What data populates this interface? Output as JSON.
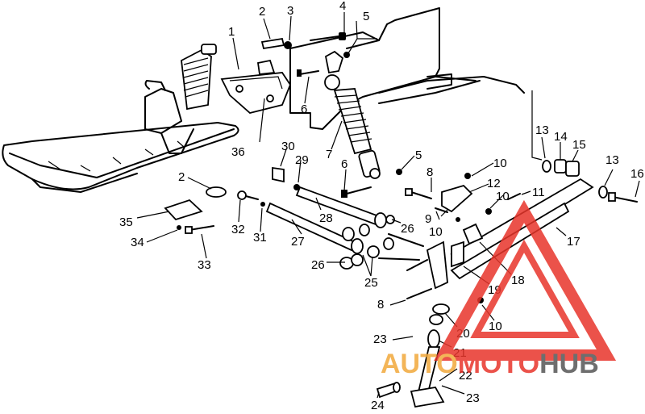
{
  "diagram": {
    "callouts": [
      {
        "id": "c1",
        "text": "1"
      },
      {
        "id": "c2a",
        "text": "2"
      },
      {
        "id": "c3",
        "text": "3"
      },
      {
        "id": "c4",
        "text": "4"
      },
      {
        "id": "c5a",
        "text": "5"
      },
      {
        "id": "c6a",
        "text": "6"
      },
      {
        "id": "c7",
        "text": "7"
      },
      {
        "id": "c36",
        "text": "36"
      },
      {
        "id": "c30",
        "text": "30"
      },
      {
        "id": "c29",
        "text": "29"
      },
      {
        "id": "c6b",
        "text": "6"
      },
      {
        "id": "c5b",
        "text": "5"
      },
      {
        "id": "c8a",
        "text": "8"
      },
      {
        "id": "c10a",
        "text": "10"
      },
      {
        "id": "c12",
        "text": "12"
      },
      {
        "id": "c10b",
        "text": "10"
      },
      {
        "id": "c11",
        "text": "11"
      },
      {
        "id": "c9",
        "text": "9"
      },
      {
        "id": "c10c",
        "text": "10"
      },
      {
        "id": "c13a",
        "text": "13"
      },
      {
        "id": "c14",
        "text": "14"
      },
      {
        "id": "c15",
        "text": "15"
      },
      {
        "id": "c13b",
        "text": "13"
      },
      {
        "id": "c16",
        "text": "16"
      },
      {
        "id": "c2b",
        "text": "2"
      },
      {
        "id": "c35",
        "text": "35"
      },
      {
        "id": "c34",
        "text": "34"
      },
      {
        "id": "c33",
        "text": "33"
      },
      {
        "id": "c32",
        "text": "32"
      },
      {
        "id": "c31",
        "text": "31"
      },
      {
        "id": "c28",
        "text": "28"
      },
      {
        "id": "c27",
        "text": "27"
      },
      {
        "id": "c26a",
        "text": "26"
      },
      {
        "id": "c26b",
        "text": "26"
      },
      {
        "id": "c25",
        "text": "25"
      },
      {
        "id": "c17",
        "text": "17"
      },
      {
        "id": "c18",
        "text": "18"
      },
      {
        "id": "c19",
        "text": "19"
      },
      {
        "id": "c8b",
        "text": "8"
      },
      {
        "id": "c20",
        "text": "20"
      },
      {
        "id": "c10d",
        "text": "10"
      },
      {
        "id": "c23a",
        "text": "23"
      },
      {
        "id": "c21",
        "text": "21"
      },
      {
        "id": "c22",
        "text": "22"
      },
      {
        "id": "c24",
        "text": "24"
      },
      {
        "id": "c23b",
        "text": "23"
      }
    ]
  },
  "watermark": {
    "part1": "AUTO",
    "part2": "MOTO",
    "part3": "HUB",
    "color_main": "#e8352b",
    "color_accent": "#f2a93b",
    "color_dark": "#555555"
  }
}
